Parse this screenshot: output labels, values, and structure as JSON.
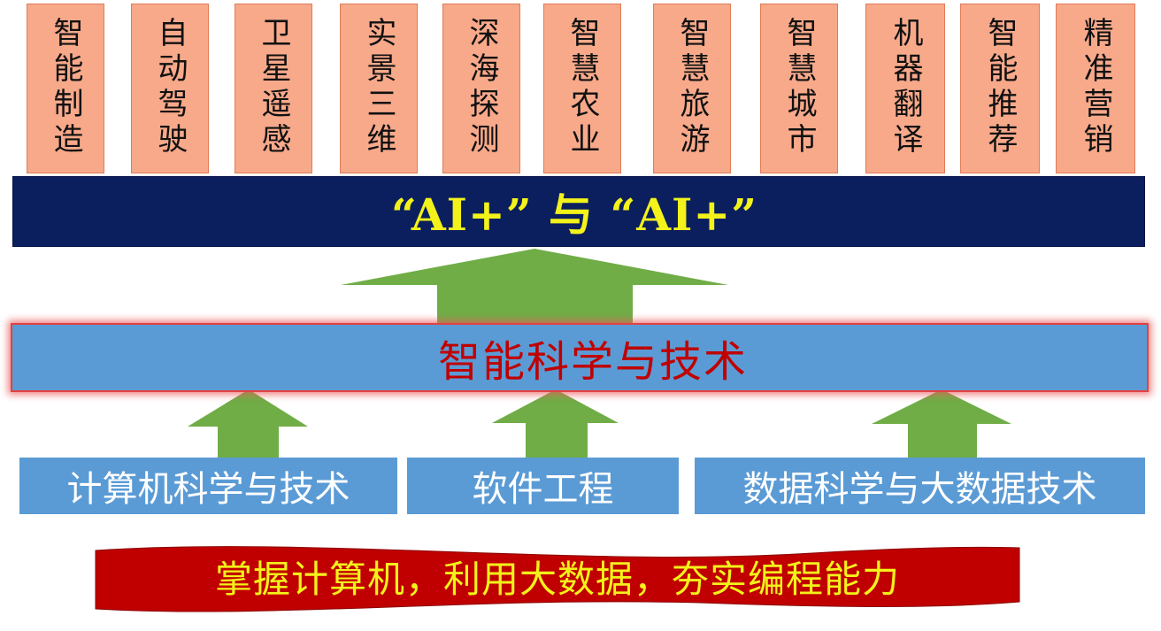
{
  "applications": [
    "智能制造",
    "自动驾驶",
    "卫星遥感",
    "实景三维",
    "深海探测",
    "智慧农业",
    "智慧旅游",
    "智慧城市",
    "机器翻译",
    "智能推荐",
    "精准营销"
  ],
  "ai_bar": {
    "text": "“AI+” 与 “AI+”"
  },
  "core": {
    "label": "智能科学与技术"
  },
  "majors": [
    "计算机科学与技术",
    "软件工程",
    "数据科学与大数据技术"
  ],
  "banner": {
    "text": "掌握计算机，利用大数据，夯实编程能力"
  },
  "colors": {
    "app_box_fill": "#f7a98a",
    "ai_bar_fill": "#0b1f5e",
    "ai_text": "#f3f21b",
    "core_fill": "#5b9bd5",
    "core_text": "#c00000",
    "major_fill": "#5b9bd5",
    "arrow_green": "#70ad47",
    "banner_red": "#c00000",
    "banner_text": "#f3f21b"
  }
}
